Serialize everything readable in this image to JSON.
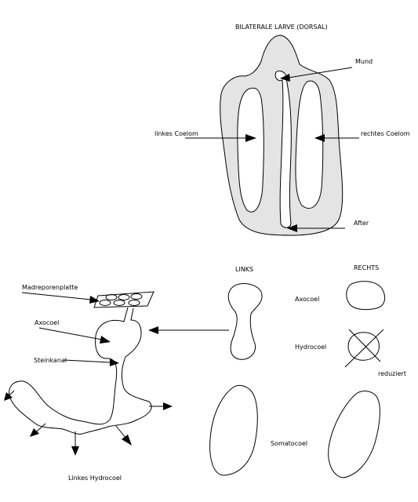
{
  "top_diagram": {
    "title": "BILATERALE LARVE (DORSAL)",
    "labels": {
      "mouth": "Mund",
      "left_coelom": "linkes Coelom",
      "right_coelom": "rechtes Coelom",
      "anus": "After"
    },
    "fill_color": "#e4e4e4"
  },
  "bottom_diagram": {
    "labels": {
      "madreporite": "Madreporenplatte",
      "axocoel": "Axocoel",
      "stone_canal": "Steinkanal",
      "left_hydrocoel": "Linkes Hydrocoel"
    }
  },
  "comparison": {
    "left_header": "LINKS",
    "right_header": "RECHTS",
    "row_axocoel": "Axocoel",
    "row_hydrocoel": "Hydrocoel",
    "row_somatocoel": "Somatocoel",
    "reduced_note": "reduziert"
  }
}
